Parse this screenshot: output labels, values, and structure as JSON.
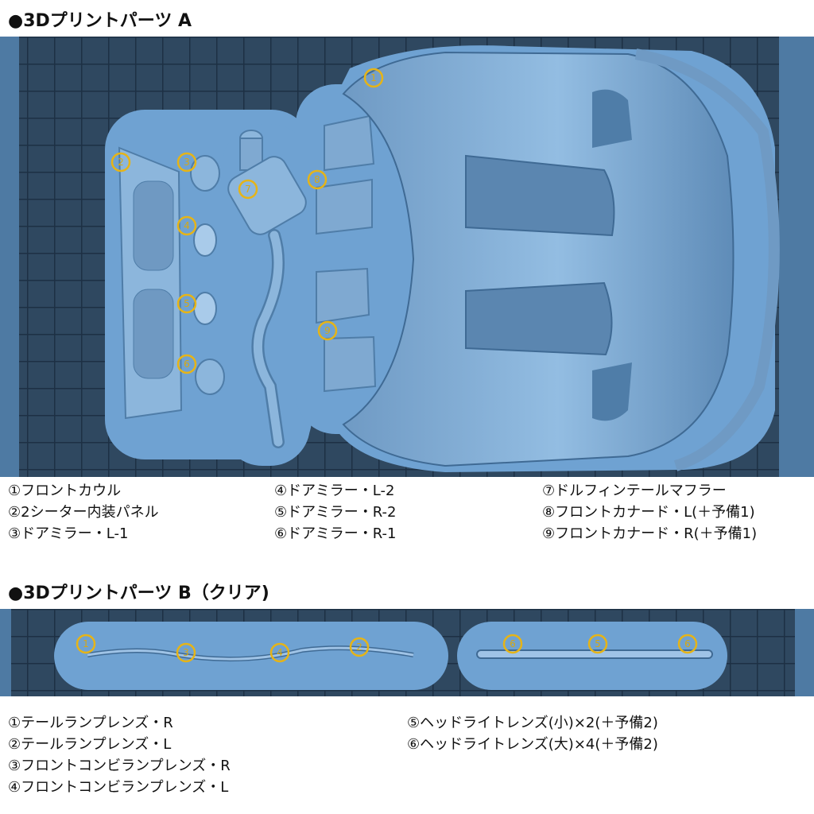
{
  "sectionA": {
    "title": "●3Dプリントパーツ A",
    "markers": [
      "1",
      "2",
      "3",
      "4",
      "5",
      "6",
      "7",
      "8",
      "9"
    ],
    "legend_col1": [
      "①フロントカウル",
      "②2シーター内装パネル",
      "③ドアミラー・L-1"
    ],
    "legend_col2": [
      "④ドアミラー・L-2",
      "⑤ドアミラー・R-2",
      "⑥ドアミラー・R-1"
    ],
    "legend_col3": [
      "⑦ドルフィンテールマフラー",
      "⑧フロントカナード・L(＋予備1)",
      "⑨フロントカナード・R(＋予備1)"
    ]
  },
  "sectionB": {
    "title": "●3Dプリントパーツ B（クリア)",
    "markers": [
      "1",
      "3",
      "4",
      "2",
      "6",
      "5",
      "6"
    ],
    "legend_col1": [
      "①テールランプレンズ・R",
      "②テールランプレンズ・L",
      "③フロントコンビランプレンズ・R",
      "④フロントコンビランプレンズ・L"
    ],
    "legend_col2": [
      "⑤ヘッドライトレンズ(小)×2(＋予備2)",
      "⑥ヘッドライトレンズ(大)×4(＋予備2)"
    ]
  },
  "colors": {
    "plate": "#2f4860",
    "grid": "#1f3347",
    "raft": "#6fa2d2",
    "part": "#8cb6dc",
    "part_dark": "#4f7da8",
    "marker": "#e6b417"
  }
}
